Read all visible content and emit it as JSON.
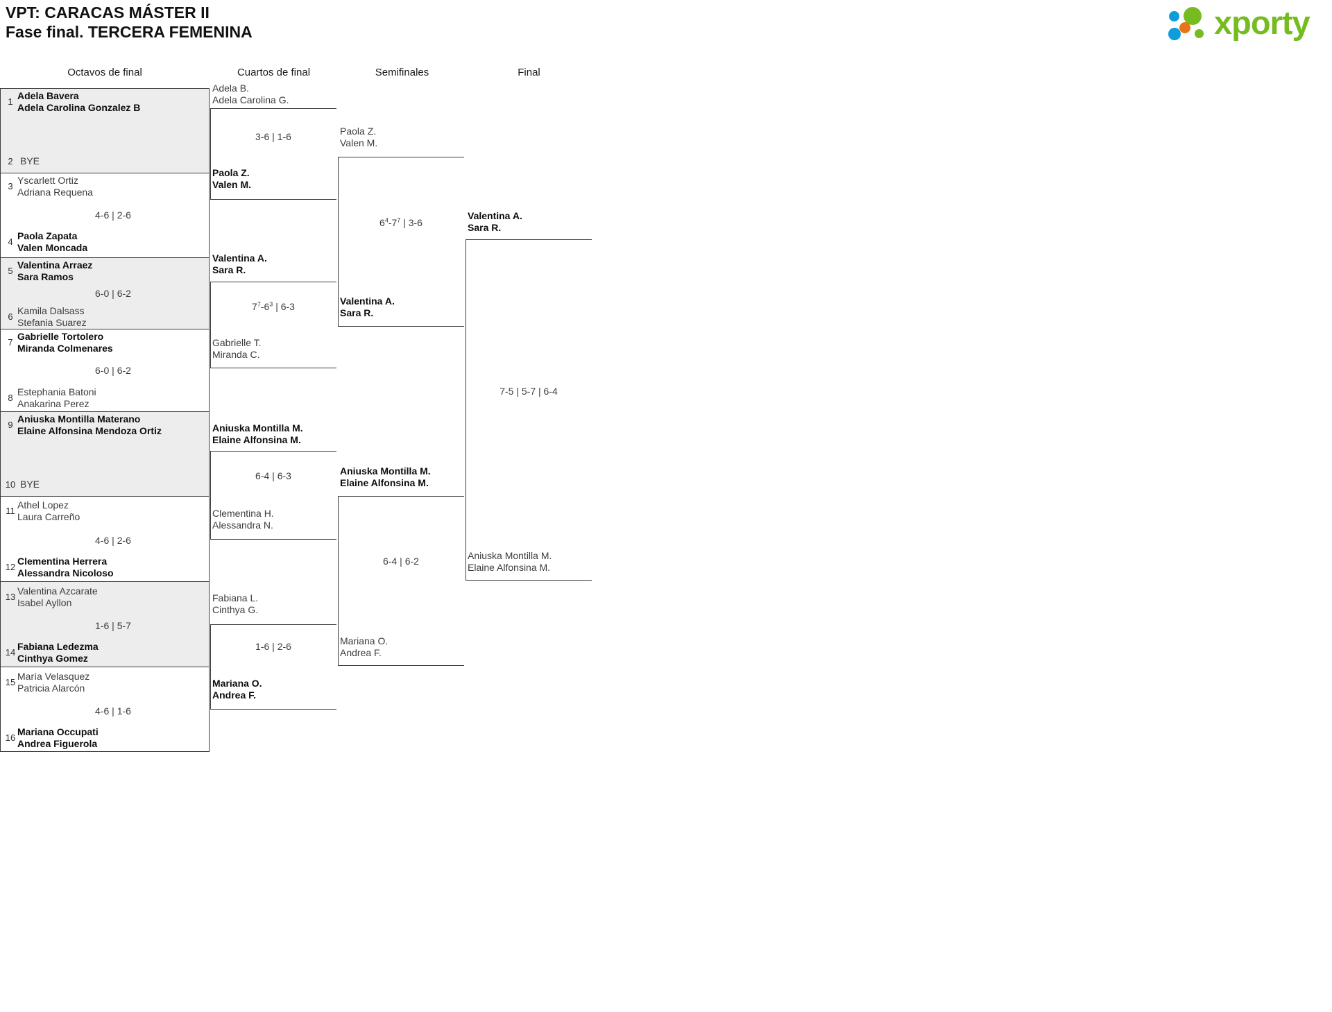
{
  "header": {
    "title_line1": "VPT: CARACAS MÁSTER II",
    "title_line2": "Fase final. TERCERA FEMENINA",
    "logo_word": "xporty",
    "logo_colors": {
      "green": "#76bc21",
      "blue": "#0d9ddb",
      "orange": "#e8741a"
    }
  },
  "rounds": [
    {
      "label": "Octavos de final"
    },
    {
      "label": "Cuartos de final"
    },
    {
      "label": "Semifinales"
    },
    {
      "label": "Final"
    }
  ],
  "round1": {
    "matches": [
      {
        "shaded": true,
        "top": {
          "seed": "1",
          "line1": "Adela Bavera",
          "line2": "Adela Carolina Gonzalez B",
          "winner": true,
          "bye": false
        },
        "bottom": {
          "seed": "2",
          "line1": "BYE",
          "line2": "",
          "winner": false,
          "bye": true
        },
        "score": ""
      },
      {
        "shaded": false,
        "top": {
          "seed": "3",
          "line1": "Yscarlett Ortiz",
          "line2": "Adriana Requena",
          "winner": false,
          "bye": false
        },
        "bottom": {
          "seed": "4",
          "line1": "Paola Zapata",
          "line2": "Valen Moncada",
          "winner": true,
          "bye": false
        },
        "score": "4-6 | 2-6"
      },
      {
        "shaded": true,
        "top": {
          "seed": "5",
          "line1": "Valentina Arraez",
          "line2": "Sara Ramos",
          "winner": true,
          "bye": false
        },
        "bottom": {
          "seed": "6",
          "line1": "Kamila Dalsass",
          "line2": "Stefania Suarez",
          "winner": false,
          "bye": false
        },
        "score": "6-0 | 6-2"
      },
      {
        "shaded": false,
        "top": {
          "seed": "7",
          "line1": "Gabrielle Tortolero",
          "line2": "Miranda Colmenares",
          "winner": true,
          "bye": false
        },
        "bottom": {
          "seed": "8",
          "line1": "Estephania Batoni",
          "line2": "Anakarina Perez",
          "winner": false,
          "bye": false
        },
        "score": "6-0 | 6-2"
      },
      {
        "shaded": true,
        "top": {
          "seed": "9",
          "line1": "Aniuska Montilla Materano",
          "line2": "Elaine Alfonsina Mendoza Ortiz",
          "winner": true,
          "bye": false
        },
        "bottom": {
          "seed": "10",
          "line1": "BYE",
          "line2": "",
          "winner": false,
          "bye": true
        },
        "score": ""
      },
      {
        "shaded": false,
        "top": {
          "seed": "11",
          "line1": "Athel Lopez",
          "line2": "Laura Carreño",
          "winner": false,
          "bye": false
        },
        "bottom": {
          "seed": "12",
          "line1": "Clementina Herrera",
          "line2": "Alessandra Nicoloso",
          "winner": true,
          "bye": false
        },
        "score": "4-6 | 2-6"
      },
      {
        "shaded": true,
        "top": {
          "seed": "13",
          "line1": "Valentina Azcarate",
          "line2": "Isabel Ayllon",
          "winner": false,
          "bye": false
        },
        "bottom": {
          "seed": "14",
          "line1": "Fabiana Ledezma",
          "line2": "Cinthya Gomez",
          "winner": true,
          "bye": false
        },
        "score": "1-6 | 5-7"
      },
      {
        "shaded": false,
        "top": {
          "seed": "15",
          "line1": "María Velasquez",
          "line2": "Patricia Alarcón",
          "winner": false,
          "bye": false
        },
        "bottom": {
          "seed": "16",
          "line1": "Mariana Occupati",
          "line2": "Andrea Figuerola",
          "winner": true,
          "bye": false
        },
        "score": "4-6 | 1-6"
      }
    ]
  },
  "round2": {
    "matches": [
      {
        "top": {
          "line1": "Adela B.",
          "line2": "Adela Carolina G.",
          "winner": false
        },
        "bottom": {
          "line1": "Paola Z.",
          "line2": "Valen M.",
          "winner": true
        },
        "score": "3-6 | 1-6",
        "score_html": "3-6 | 1-6"
      },
      {
        "top": {
          "line1": "Valentina A.",
          "line2": "Sara R.",
          "winner": true
        },
        "bottom": {
          "line1": "Gabrielle T.",
          "line2": "Miranda C.",
          "winner": false
        },
        "score": "7⁷-6³ | 6-3",
        "score_html": "7<sup>7</sup>-6<sup>3</sup> | 6-3"
      },
      {
        "top": {
          "line1": "Aniuska Montilla M.",
          "line2": "Elaine Alfonsina M.",
          "winner": true
        },
        "bottom": {
          "line1": "Clementina H.",
          "line2": "Alessandra N.",
          "winner": false
        },
        "score": "6-4 | 6-3",
        "score_html": "6-4 | 6-3"
      },
      {
        "top": {
          "line1": "Fabiana L.",
          "line2": "Cinthya G.",
          "winner": false
        },
        "bottom": {
          "line1": "Mariana O.",
          "line2": "Andrea F.",
          "winner": true
        },
        "score": "1-6 | 2-6",
        "score_html": "1-6 | 2-6"
      }
    ]
  },
  "round3": {
    "matches": [
      {
        "top": {
          "line1": "Paola Z.",
          "line2": "Valen M.",
          "winner": false
        },
        "bottom": {
          "line1": "Valentina A.",
          "line2": "Sara R.",
          "winner": true
        },
        "score": "6⁴-7⁷ | 3-6",
        "score_html": "6<sup>4</sup>-7<sup>7</sup> | 3-6"
      },
      {
        "top": {
          "line1": "Aniuska Montilla M.",
          "line2": "Elaine Alfonsina M.",
          "winner": true
        },
        "bottom": {
          "line1": "Mariana O.",
          "line2": "Andrea F.",
          "winner": false
        },
        "score": "6-4 | 6-2",
        "score_html": "6-4 | 6-2"
      }
    ]
  },
  "round4": {
    "matches": [
      {
        "top": {
          "line1": "Valentina A.",
          "line2": "Sara R.",
          "winner": true
        },
        "bottom": {
          "line1": "Aniuska Montilla M.",
          "line2": "Elaine Alfonsina M.",
          "winner": false
        },
        "score": "7-5 | 5-7 | 6-4",
        "score_html": "7-5 | 5-7 | 6-4"
      }
    ]
  }
}
